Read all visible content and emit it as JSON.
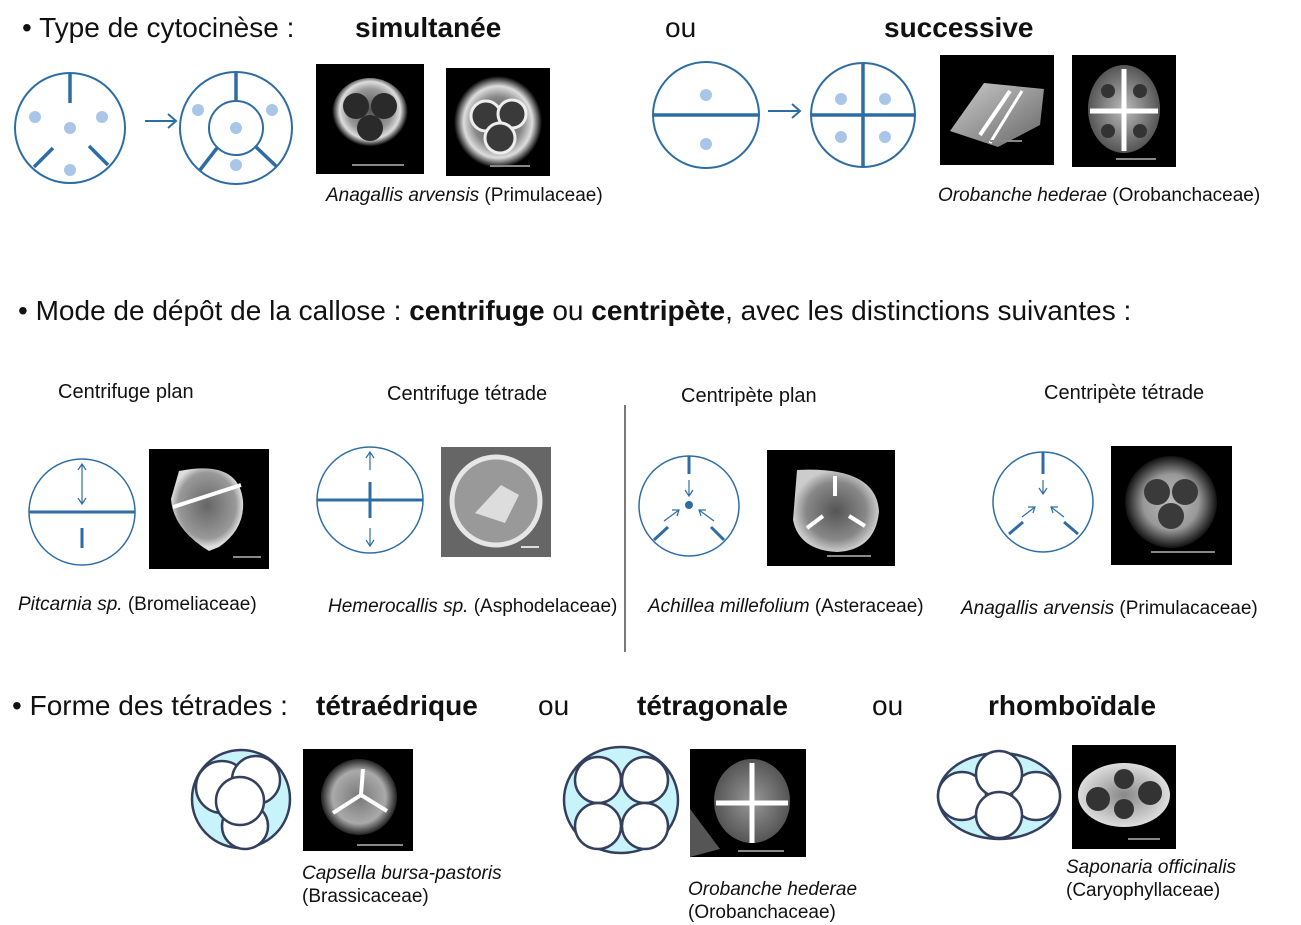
{
  "row1": {
    "bullet": "•",
    "prefix": "Type de cytocinèse :",
    "opt_a": "simultanée",
    "ou": "ou",
    "opt_b": "successive",
    "caption_left": {
      "species": "Anagallis arvensis",
      "family": "(Primulaceae)"
    },
    "caption_right": {
      "species": "Orobanche hederae",
      "family": "(Orobanchaceae)"
    }
  },
  "row2": {
    "bullet": "•",
    "prefix": "Mode de dépôt de la callose :",
    "opt_a": "centrifuge",
    "ou": "ou",
    "opt_b": "centripète",
    "suffix": ", avec les distinctions suivantes :",
    "types": [
      {
        "title": "Centrifuge plan",
        "species": "Pitcarnia sp.",
        "family": "(Bromeliaceae)"
      },
      {
        "title": "Centrifuge tétrade",
        "species": "Hemerocallis sp.",
        "family": "(Asphodelaceae)"
      },
      {
        "title": "Centripète plan",
        "species": "Achillea millefolium",
        "family": "(Asteraceae)"
      },
      {
        "title": "Centripète tétrade",
        "species": "Anagallis arvensis",
        "family": "(Primulacaceae)"
      }
    ]
  },
  "row3": {
    "bullet": "•",
    "prefix": "Forme des tétrades :",
    "shape_a": "tétraédrique",
    "ou_1": "ou",
    "shape_b": "tétragonale",
    "ou_2": "ou",
    "shape_c": "rhomboïdale",
    "captions": [
      {
        "species": "Capsella bursa-pastoris",
        "family": "(Brassicaceae)"
      },
      {
        "species": "Orobanche hederae",
        "family": "(Orobanchaceae)"
      },
      {
        "species": "Saponaria officinalis",
        "family": "(Caryophyllaceae)"
      }
    ]
  },
  "colors": {
    "diagram_blue": "#2e6da4",
    "dot_blue": "#a9c6e8",
    "tetrad_fill": "#c9f3fb",
    "tetrad_stroke": "#333f5c",
    "photo_bg": "#000000"
  }
}
